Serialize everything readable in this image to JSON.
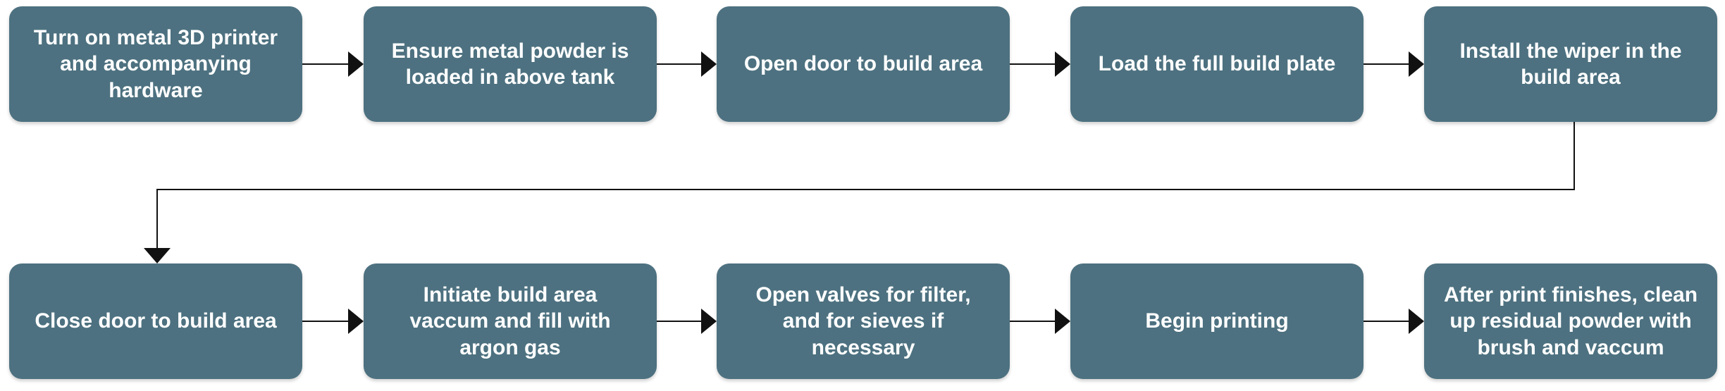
{
  "colors": {
    "box_fill": "#4d7180",
    "box_text": "#ffffff",
    "connector": "#111111"
  },
  "steps": [
    {
      "label": "Turn on metal 3D printer and accompanying hardware"
    },
    {
      "label": "Ensure metal powder is loaded in above tank"
    },
    {
      "label": "Open door to build area"
    },
    {
      "label": "Load the full build plate"
    },
    {
      "label": "Install the wiper in the build area"
    },
    {
      "label": "Close door to build area"
    },
    {
      "label": "Initiate build area vaccum and fill with argon gas"
    },
    {
      "label": "Open valves for filter, and for sieves if necessary"
    },
    {
      "label": "Begin printing"
    },
    {
      "label": "After print finishes, clean up residual powder with brush and vaccum"
    }
  ]
}
